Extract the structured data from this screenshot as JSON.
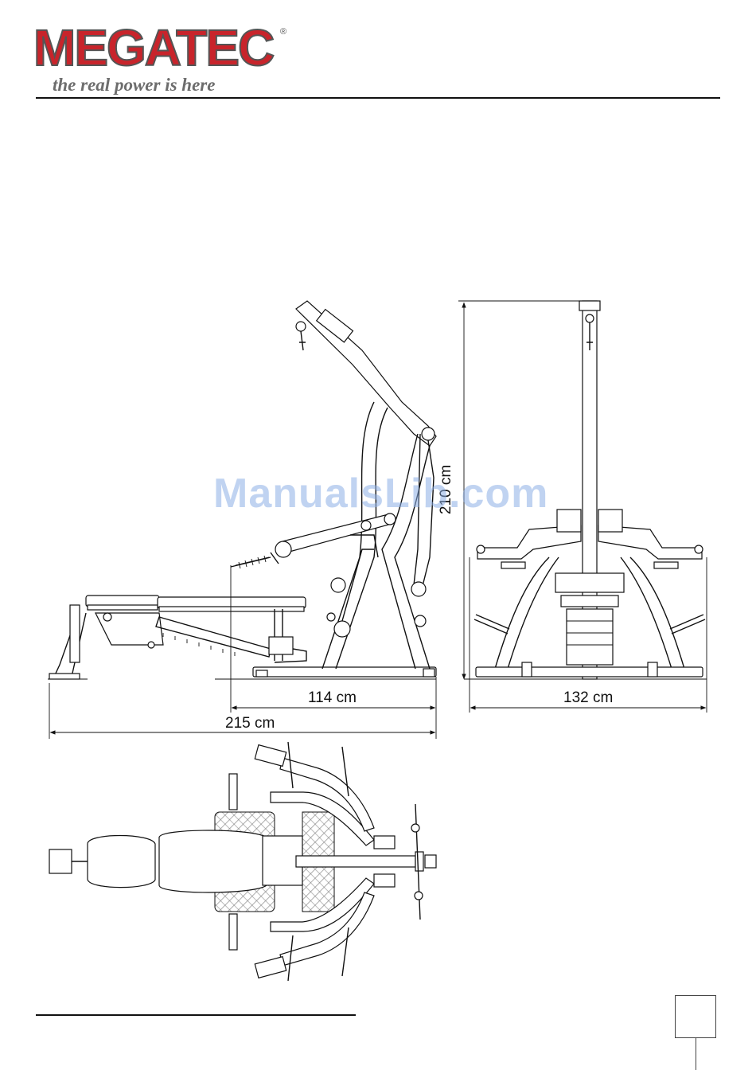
{
  "brand": {
    "name": "MEGATEC",
    "registered_mark": "®",
    "tagline": "the real power is here",
    "colors": {
      "primary": "#c8242b",
      "outline": "#555555",
      "tagline": "#6d6d6d"
    }
  },
  "dimensions": {
    "height": "210 cm",
    "depth_base": "114 cm",
    "depth_total": "215 cm",
    "width": "132 cm"
  },
  "watermark": "ManualsLib.com",
  "views": {
    "side": "side-view-drawing",
    "front": "front-view-drawing",
    "top": "top-view-drawing"
  },
  "page_number": ""
}
